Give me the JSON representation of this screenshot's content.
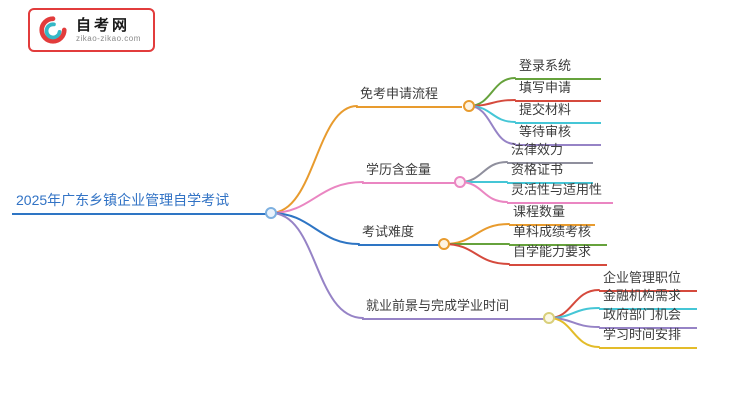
{
  "site": {
    "logo_title": "自考网",
    "logo_subtitle": "zikao-zikao.com",
    "brand_red": "#e23c3c",
    "brand_cyan": "#35b8c6"
  },
  "mindmap": {
    "root": {
      "label": "2025年广东乡镇企业管理自学考试",
      "color": "#2e75c4"
    },
    "branches": [
      {
        "label": "免考申请流程",
        "color": "#e89b2e",
        "children": [
          {
            "label": "登录系统",
            "color": "#66a23c"
          },
          {
            "label": "填写申请",
            "color": "#d54a3d"
          },
          {
            "label": "提交材料",
            "color": "#45c6d6"
          },
          {
            "label": "等待审核",
            "color": "#9683c6"
          }
        ]
      },
      {
        "label": "学历含金量",
        "color": "#ea86c2",
        "children": [
          {
            "label": "法律效力",
            "color": "#8f8f9d"
          },
          {
            "label": "资格证书",
            "color": "#45c6d6"
          },
          {
            "label": "灵活性与适用性",
            "color": "#f07fae"
          }
        ]
      },
      {
        "label": "考试难度",
        "color": "#2e75c4",
        "children": [
          {
            "label": "课程数量",
            "color": "#e89b2e"
          },
          {
            "label": "单科成绩考核",
            "color": "#66a23c"
          },
          {
            "label": "自学能力要求",
            "color": "#d54a3d"
          }
        ]
      },
      {
        "label": "就业前景与完成学业时间",
        "color": "#9683c6",
        "children": [
          {
            "label": "企业管理职位",
            "color": "#d54a3d"
          },
          {
            "label": "金融机构需求",
            "color": "#45c6d6"
          },
          {
            "label": "政府部门机会",
            "color": "#9683c6"
          },
          {
            "label": "学习时间安排",
            "color": "#e3bc2a"
          }
        ]
      }
    ]
  }
}
